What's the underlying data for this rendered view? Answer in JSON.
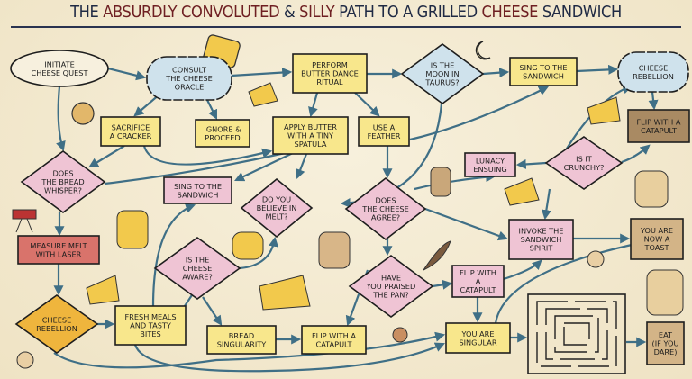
{
  "title": {
    "parts": [
      {
        "text": "THE ",
        "accent": false
      },
      {
        "text": "ABSURDLY CONVOLUTED",
        "accent": true
      },
      {
        "text": " & ",
        "accent": false
      },
      {
        "text": "SILLY",
        "accent": true
      },
      {
        "text": " PATH TO A GRILLED ",
        "accent": false
      },
      {
        "text": "CHEESE",
        "accent": true
      },
      {
        "text": " SANDWICH",
        "accent": false
      }
    ]
  },
  "colors": {
    "yellow": "#f8e78c",
    "pink": "#efc4d4",
    "blue": "#cfe2ec",
    "red": "#d9736b",
    "tan": "#d3b487",
    "brown": "#a98a63",
    "orange": "#efb53d",
    "white": "#f7f0de",
    "edge": "#3f6f86",
    "title_dark": "#1f2a44",
    "title_accent": "#6e1f22"
  },
  "nodes": {
    "initiate": {
      "shape": "ellipse",
      "color": "white",
      "lines": [
        "INITIATE",
        "CHEESE QUEST"
      ]
    },
    "oracle": {
      "shape": "cloud",
      "color": "blue",
      "lines": [
        "CONSULT",
        "THE CHEESE",
        "ORACLE"
      ]
    },
    "butter_dance": {
      "shape": "rect",
      "color": "yellow",
      "lines": [
        "PERFORM",
        "BUTTER DANCE",
        "RITUAL"
      ]
    },
    "moon": {
      "shape": "diamond",
      "color": "blue",
      "lines": [
        "IS THE",
        "MOON IN",
        "TAURUS?"
      ]
    },
    "sing_top": {
      "shape": "rect",
      "color": "yellow",
      "lines": [
        "SING TO THE",
        "SANDWICH"
      ]
    },
    "rebellion_cloud": {
      "shape": "cloud",
      "color": "blue",
      "lines": [
        "CHEESE",
        "REBELLION"
      ]
    },
    "cracker": {
      "shape": "rect",
      "color": "yellow",
      "lines": [
        "SACRIFICE",
        "A CRACKER"
      ]
    },
    "ignore": {
      "shape": "rect",
      "color": "yellow",
      "lines": [
        "IGNORE &",
        "PROCEED"
      ]
    },
    "apply_butter": {
      "shape": "rect",
      "color": "yellow",
      "lines": [
        "APPLY BUTTER",
        "WITH A TINY",
        "SPATULA"
      ]
    },
    "feather": {
      "shape": "rect",
      "color": "yellow",
      "lines": [
        "USE A",
        "FEATHER"
      ]
    },
    "catapult_top": {
      "shape": "rect",
      "color": "brown",
      "lines": [
        "FLIP WITH A",
        "CATAPULT"
      ]
    },
    "whisper": {
      "shape": "diamond",
      "color": "pink",
      "lines": [
        "DOES",
        "THE BREAD",
        "WHISPER?"
      ]
    },
    "sing_mid": {
      "shape": "rect",
      "color": "pink",
      "lines": [
        "SING TO THE",
        "SANDWICH"
      ]
    },
    "melt": {
      "shape": "diamond",
      "color": "pink",
      "lines": [
        "DO YOU",
        "BELIEVE IN",
        "MELT?"
      ]
    },
    "lunacy": {
      "shape": "rect",
      "color": "pink",
      "lines": [
        "LUNACY",
        "ENSUING"
      ]
    },
    "crunchy": {
      "shape": "diamond",
      "color": "pink",
      "lines": [
        "IS IT",
        "CRUNCHY?"
      ]
    },
    "agree": {
      "shape": "diamond",
      "color": "pink",
      "lines": [
        "DOES",
        "THE CHEESE",
        "AGREE?"
      ]
    },
    "laser": {
      "shape": "rect",
      "color": "red",
      "lines": [
        "MEASURE MELT",
        "WITH LASER"
      ]
    },
    "spirit": {
      "shape": "rect",
      "color": "pink",
      "lines": [
        "INVOKE THE",
        "SANDWICH",
        "SPIRIT"
      ]
    },
    "toast": {
      "shape": "rect",
      "color": "tan",
      "lines": [
        "YOU ARE",
        "NOW A",
        "TOAST"
      ]
    },
    "aware": {
      "shape": "diamond",
      "color": "pink",
      "lines": [
        "IS THE",
        "CHEESE",
        "AWARE?"
      ]
    },
    "rebellion_diamond": {
      "shape": "diamond",
      "color": "orange",
      "lines": [
        "CHEESE",
        "REBELLION"
      ]
    },
    "fresh": {
      "shape": "rect",
      "color": "yellow",
      "lines": [
        "FRESH MEALS",
        "AND TASTY",
        "BITES"
      ]
    },
    "praised": {
      "shape": "diamond",
      "color": "pink",
      "lines": [
        "HAVE",
        "YOU PRAISED",
        "THE PAN?"
      ]
    },
    "catapult_mid": {
      "shape": "rect",
      "color": "pink",
      "lines": [
        "FLIP WITH",
        "A",
        "CATAPULT"
      ]
    },
    "singularity": {
      "shape": "rect",
      "color": "yellow",
      "lines": [
        "BREAD",
        "SINGULARITY"
      ]
    },
    "catapult_bottom": {
      "shape": "rect",
      "color": "yellow",
      "lines": [
        "FLIP WITH A",
        "CATAPULT"
      ]
    },
    "singular": {
      "shape": "rect",
      "color": "yellow",
      "lines": [
        "YOU ARE",
        "SINGULAR"
      ]
    },
    "eat": {
      "shape": "rect",
      "color": "tan",
      "lines": [
        "EAT",
        "(IF YOU",
        "DARE)"
      ]
    }
  },
  "decorations": [
    "moon-icon",
    "maze-icon",
    "cheese-character-icon",
    "toast-character-icon",
    "cracker-icon",
    "laser-icon",
    "feather-icon",
    "question-mark-icon"
  ]
}
